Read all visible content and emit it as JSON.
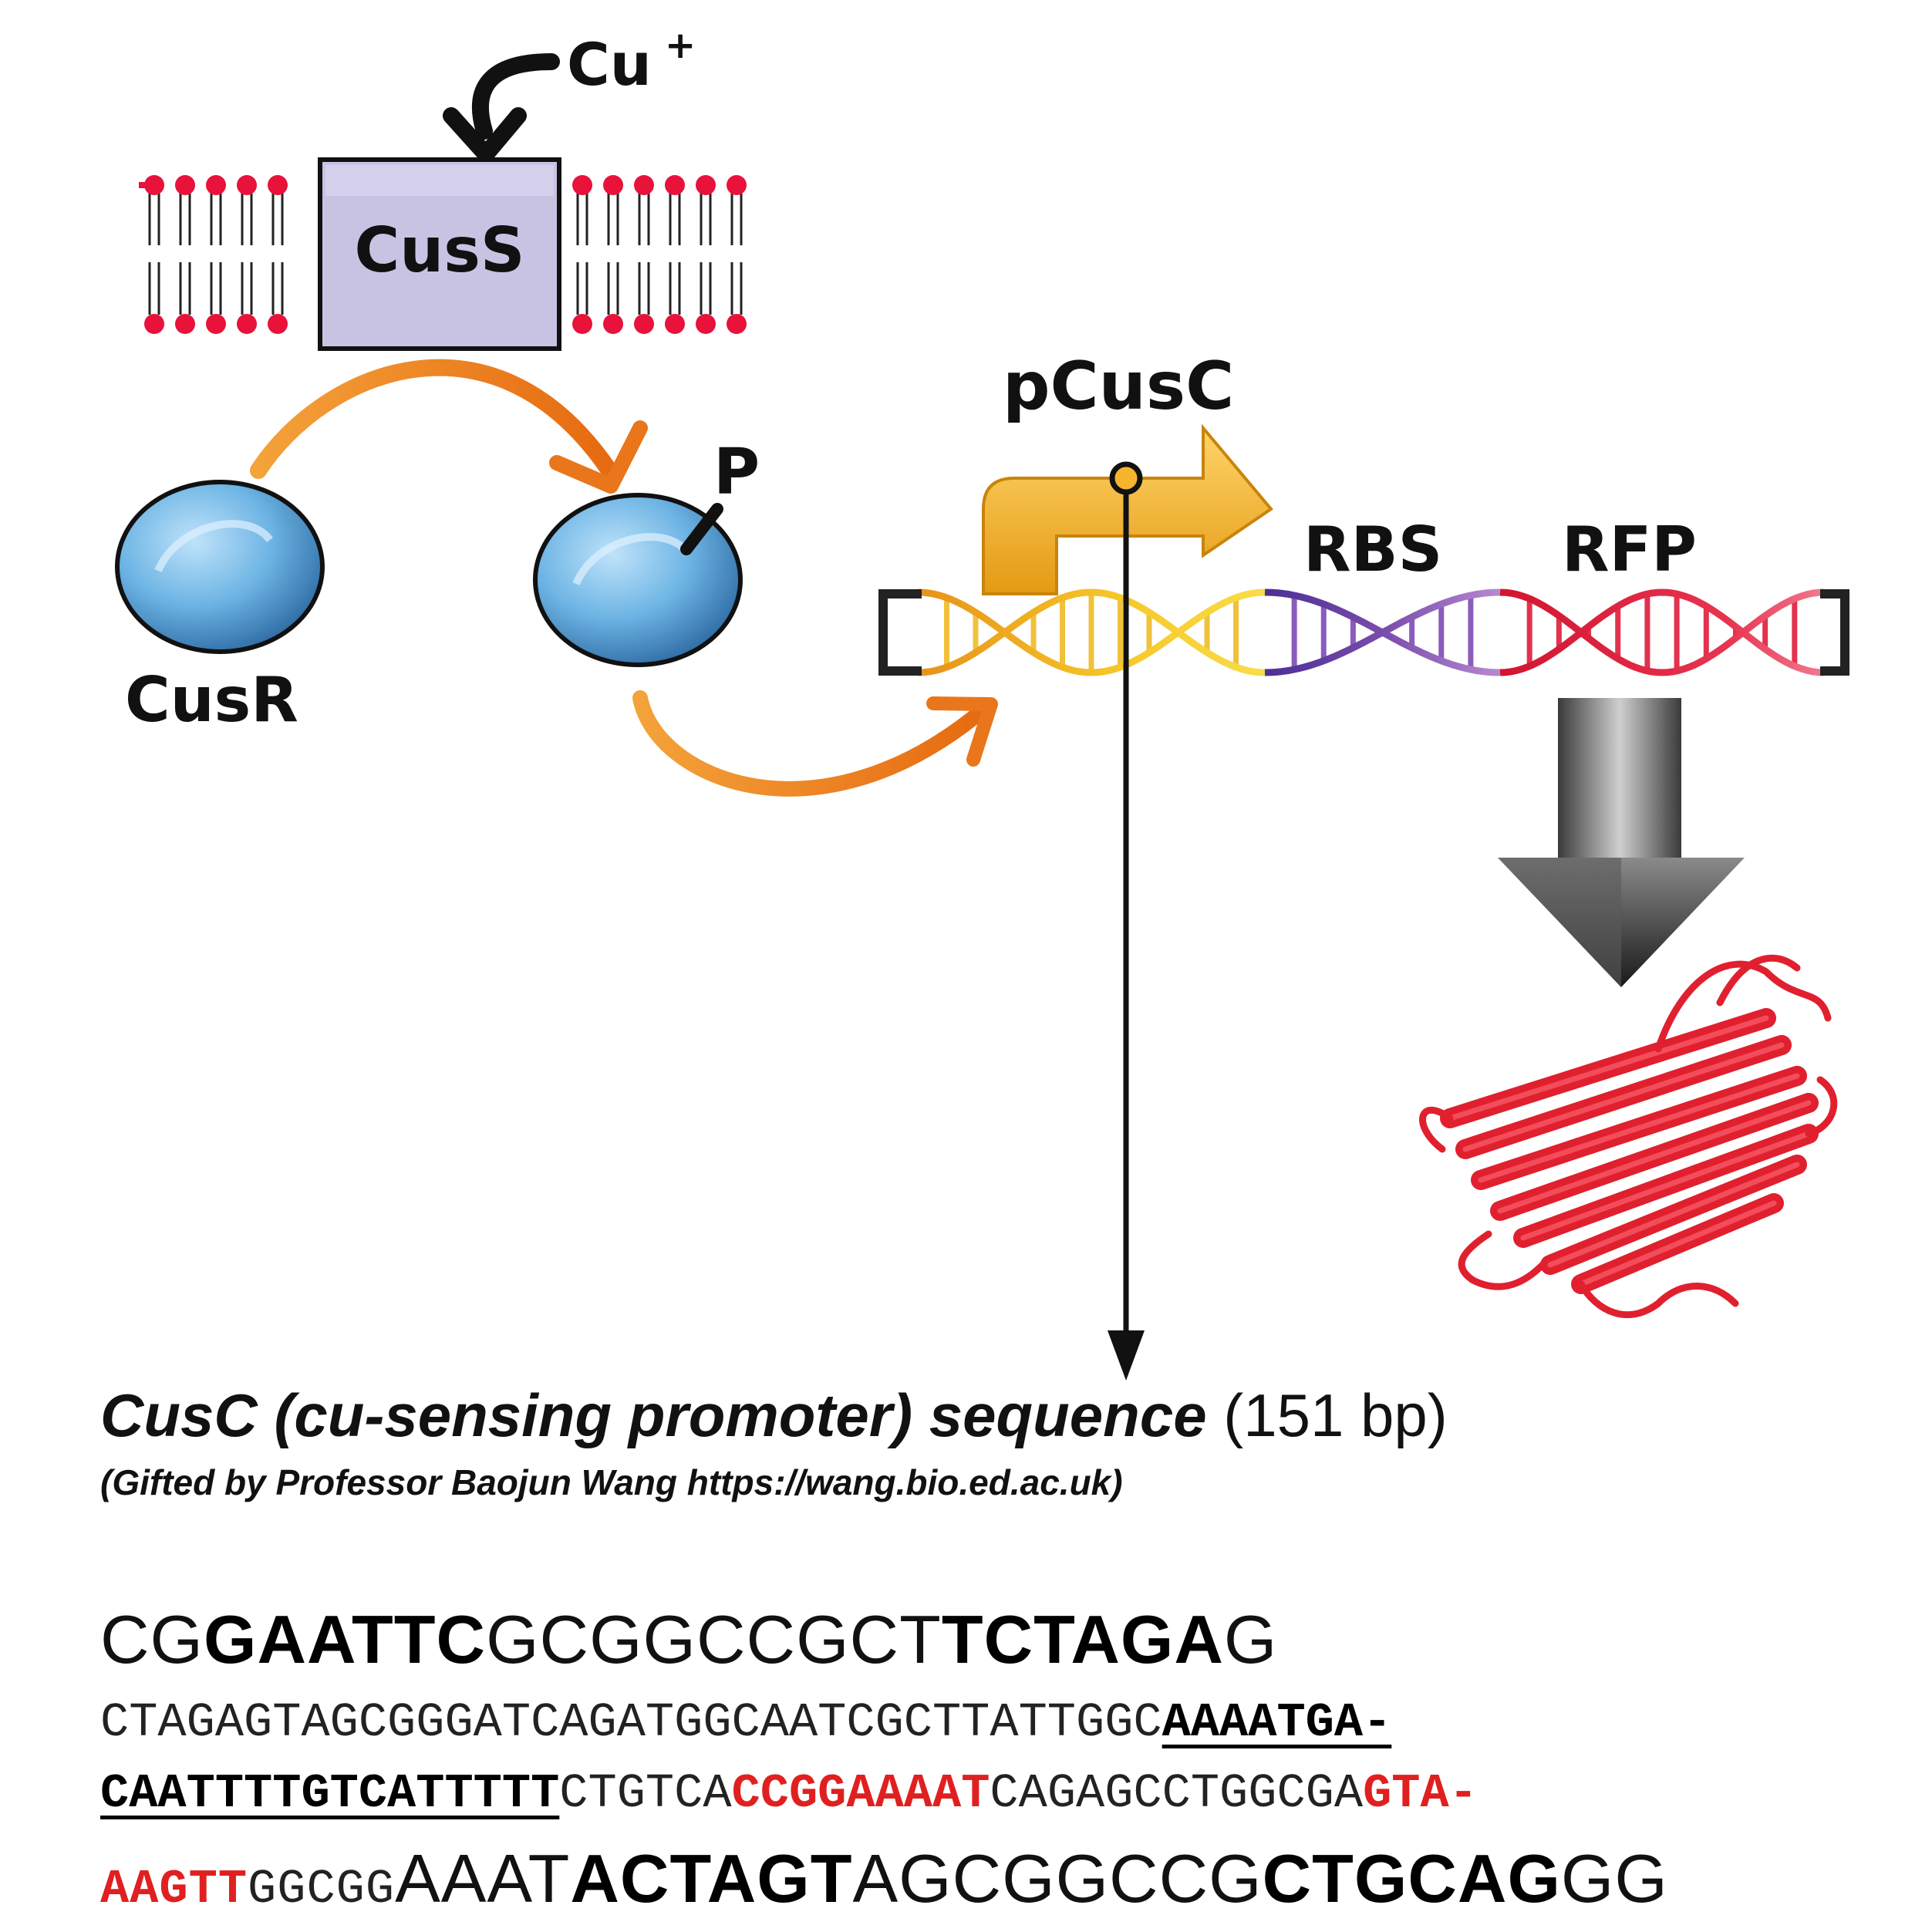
{
  "labels": {
    "copper_ion": "Cu",
    "copper_charge": "+",
    "sensor_kinase": "CusS",
    "regulator": "CusR",
    "phosphate": "P",
    "promoter": "pCusC",
    "rbs": "RBS",
    "reporter": "RFP"
  },
  "sequence": {
    "title": "CusC (cu-sensing promoter) sequence",
    "length": "(151 bp)",
    "credit": "(Gifted by Professor Baojun Wang https://wang.bio.ed.ac.uk)",
    "line1": [
      {
        "text": "CG",
        "style": "plain"
      },
      {
        "text": "GAATTC",
        "style": "bold"
      },
      {
        "text": "GCGGCCGCT",
        "style": "plain"
      },
      {
        "text": "TCTAGA",
        "style": "bold"
      },
      {
        "text": "G",
        "style": "plain"
      }
    ],
    "line2": [
      {
        "text": "CTAGAGTAGCGGGATCAGATGGCAATCGCTTATTGGC",
        "style": "plain"
      },
      {
        "text": "AAAATGA-",
        "style": "underline"
      }
    ],
    "line3": [
      {
        "text": "CAATTTTGTCATTTTT",
        "style": "underline"
      },
      {
        "text": "CTGTCA",
        "style": "plain"
      },
      {
        "text": "CCGGAAAAT",
        "style": "red"
      },
      {
        "text": "CAGAGCCTGGCGA",
        "style": "plain"
      },
      {
        "text": "GTA-",
        "style": "red"
      }
    ],
    "line4_mono": [
      {
        "text": "AAGTT",
        "style": "red"
      },
      {
        "text": "GGCGG",
        "style": "plain"
      }
    ],
    "line4": [
      {
        "text": "AAAT",
        "style": "plain"
      },
      {
        "text": "ACTAGT",
        "style": "bold"
      },
      {
        "text": "AGCGGCCG",
        "style": "plain"
      },
      {
        "text": "CTGCAG",
        "style": "bold"
      },
      {
        "text": "GG",
        "style": "plain"
      }
    ]
  },
  "colors": {
    "membrane_head": "#e8123a",
    "cuss_box": "#c9c3e3",
    "cusr_ball": "#5aa6db",
    "orange_arrow": "#f08a1f",
    "promoter_arrow": "#f6b52d",
    "dna_promoter": "#f2b21c",
    "dna_rbs": "#6b3fa0",
    "dna_rfp": "#e0203c",
    "protein": "#e0202e"
  }
}
